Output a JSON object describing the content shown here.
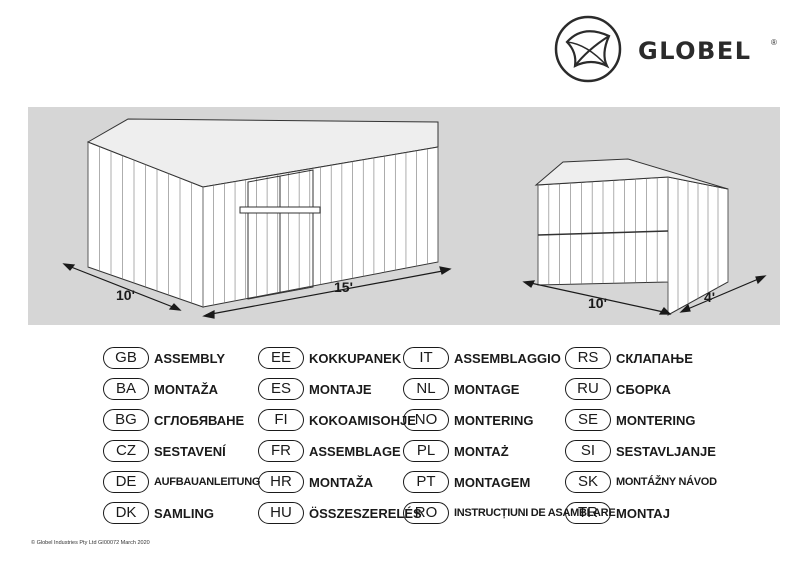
{
  "brand": {
    "name": "GLOBEL",
    "registered": "®"
  },
  "diagram": {
    "shed_large": {
      "depth_label": "10'",
      "length_label": "15'"
    },
    "shed_small": {
      "width_label": "10'",
      "depth_label": "4'"
    }
  },
  "languages": [
    [
      {
        "code": "GB",
        "word": "ASSEMBLY"
      },
      {
        "code": "BA",
        "word": "MONTAŽA"
      },
      {
        "code": "BG",
        "word": "СГЛОБЯВАНЕ"
      },
      {
        "code": "CZ",
        "word": "SESTAVENÍ"
      },
      {
        "code": "DE",
        "word": "AUFBAUANLEITUNG"
      },
      {
        "code": "DK",
        "word": "SAMLING"
      }
    ],
    [
      {
        "code": "EE",
        "word": "KOKKUPANEK"
      },
      {
        "code": "ES",
        "word": "MONTAJE"
      },
      {
        "code": "FI",
        "word": "KOKOAMISOHJE"
      },
      {
        "code": "FR",
        "word": "ASSEMBLAGE"
      },
      {
        "code": "HR",
        "word": "MONTAŽA"
      },
      {
        "code": "HU",
        "word": "ÖSSZESZERELÉS"
      }
    ],
    [
      {
        "code": "IT",
        "word": "ASSEMBLAGGIO"
      },
      {
        "code": "NL",
        "word": "MONTAGE"
      },
      {
        "code": "NO",
        "word": "MONTERING"
      },
      {
        "code": "PL",
        "word": "MONTAŻ"
      },
      {
        "code": "PT",
        "word": "MONTAGEM"
      },
      {
        "code": "RO",
        "word": "INSTRUCȚIUNI DE ASAMBLARE"
      }
    ],
    [
      {
        "code": "RS",
        "word": "СКЛАПАЊЕ"
      },
      {
        "code": "RU",
        "word": "СБОРКА"
      },
      {
        "code": "SE",
        "word": "MONTERING"
      },
      {
        "code": "SI",
        "word": "SESTAVLJANJE"
      },
      {
        "code": "SK",
        "word": "MONTÁŽNY NÁVOD"
      },
      {
        "code": "TR",
        "word": "MONTAJ"
      }
    ]
  ],
  "footer": {
    "text": "© Globel Industries Pty Ltd   GI00072   March 2020"
  }
}
